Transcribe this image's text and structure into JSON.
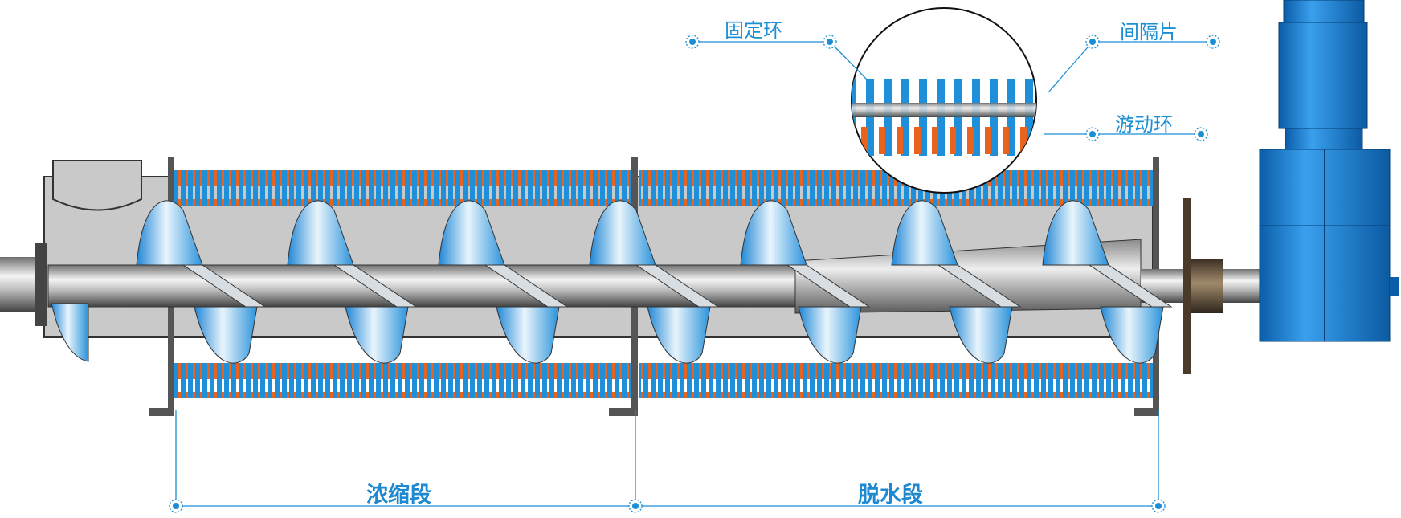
{
  "callouts": {
    "fixed_ring": "固定环",
    "spacer": "间隔片",
    "moving_ring": "游动环"
  },
  "sections": {
    "thickening": "浓缩段",
    "dewatering": "脱水段"
  },
  "colors": {
    "ring_blue": "#1e8fd8",
    "ring_orange": "#e8641e",
    "motor_blue": "#1274c8",
    "body_gray": "#c8c8c8",
    "dimension_line": "#1a8fd6"
  }
}
